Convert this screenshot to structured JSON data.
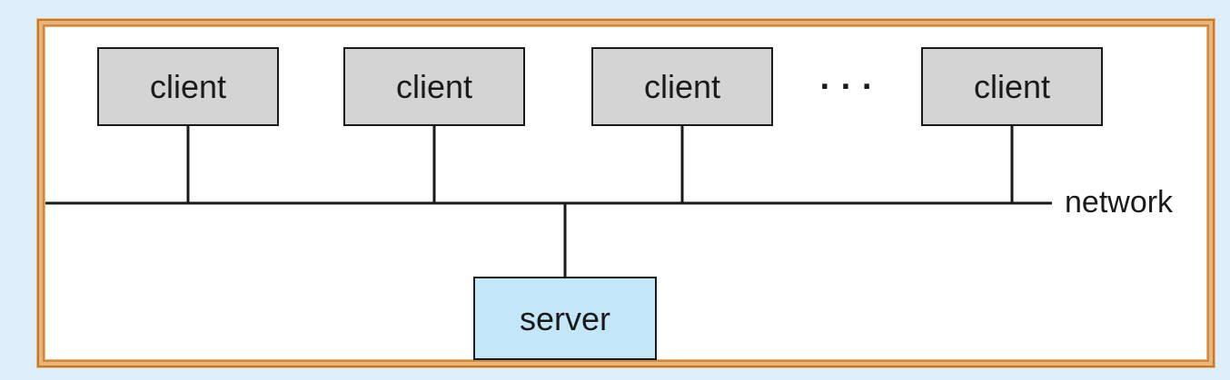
{
  "diagram": {
    "clients": [
      {
        "label": "client"
      },
      {
        "label": "client"
      },
      {
        "label": "client"
      },
      {
        "label": "client"
      }
    ],
    "ellipsis": "· · ·",
    "network_label": "network",
    "server_label": "server",
    "colors": {
      "background": "#ddeefa",
      "frame_outer": "#c4782c",
      "frame_inner": "#e9b57a",
      "panel": "#ffffff",
      "client_fill": "#d4d4d4",
      "server_fill": "#c3e6f9",
      "line": "#1a1a1a"
    }
  }
}
